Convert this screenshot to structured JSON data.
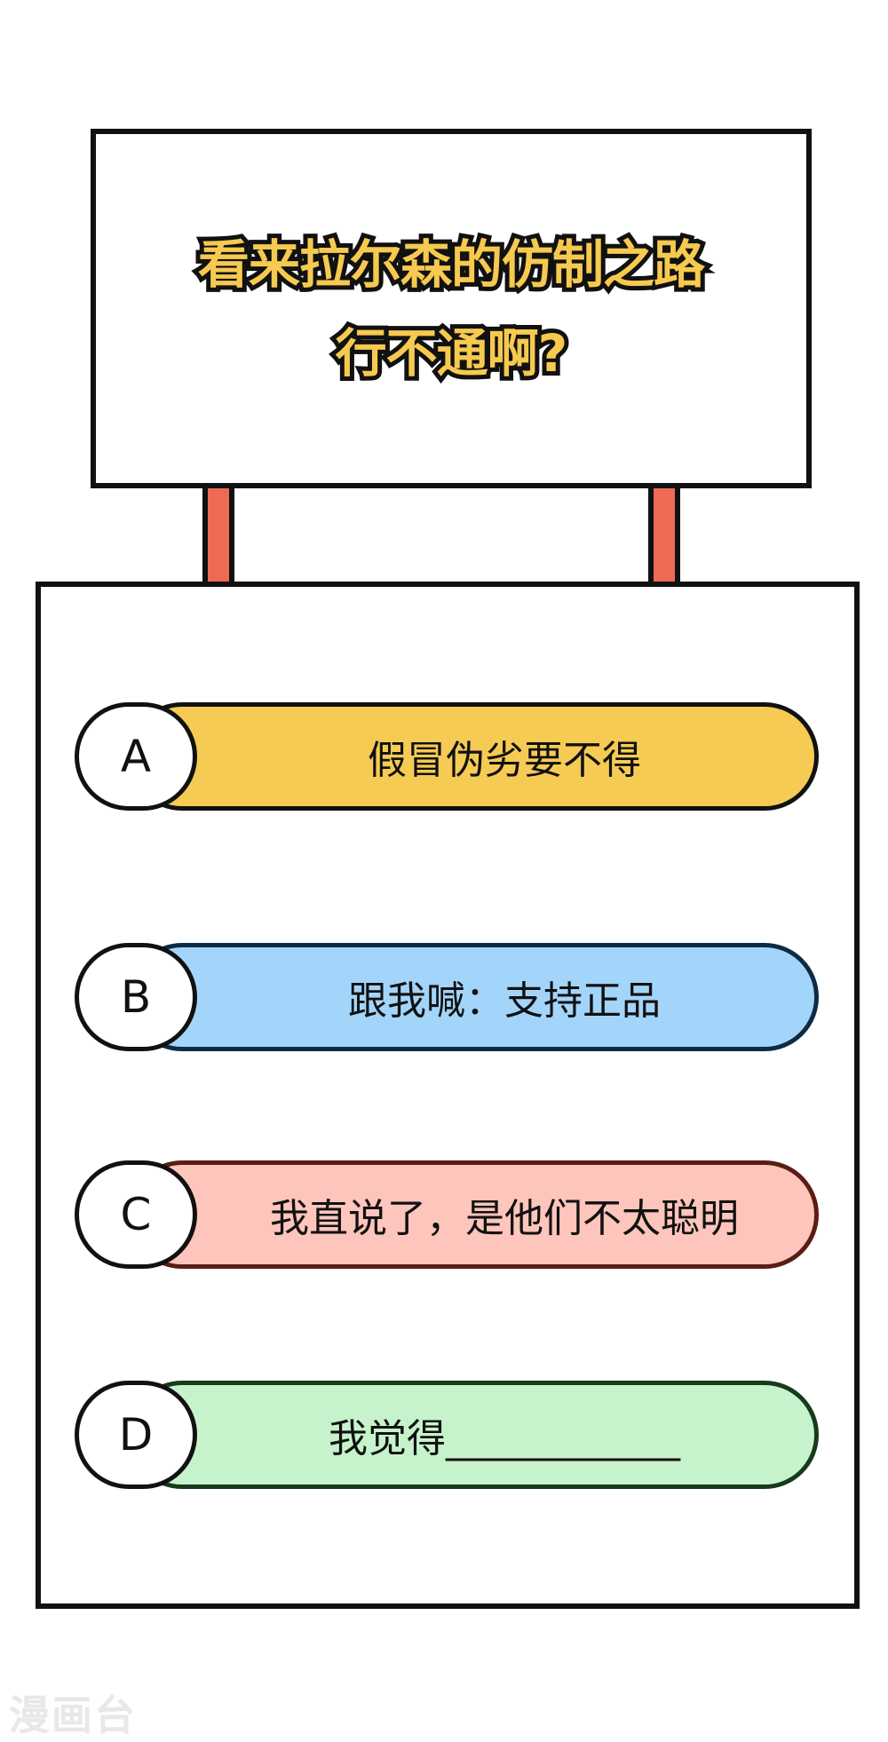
{
  "question": {
    "line1": "看来拉尔森的仿制之路",
    "line2": "行不通啊?"
  },
  "options": [
    {
      "letter": "A",
      "text": "假冒伪劣要不得",
      "color": "#f6cb54",
      "border": "#111111"
    },
    {
      "letter": "B",
      "text": "跟我喊：支持正品",
      "color": "#a3d5fb",
      "border": "#0d2b44"
    },
    {
      "letter": "C",
      "text": "我直说了，是他们不太聪明",
      "color": "#fdc5bb",
      "border": "#5a1d16"
    },
    {
      "letter": "D",
      "text": "我觉得____________",
      "color": "#c7f3cc",
      "border": "#173a1d"
    }
  ],
  "watermark": "漫画台",
  "colors": {
    "question_text": "#f6c94f",
    "post": "#ef6a55",
    "outline": "#111111"
  }
}
